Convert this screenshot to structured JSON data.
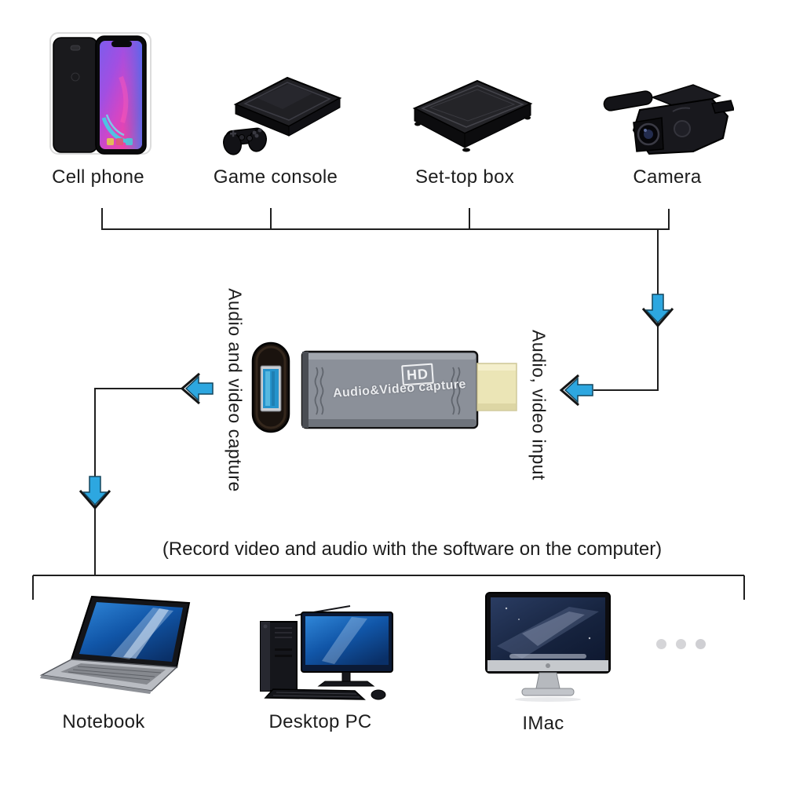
{
  "colors": {
    "arrow_accent": "#2da7e0",
    "line": "#1f1f1f",
    "capture_body": "#8b9099",
    "hdmi_connector": "#ebe5b6",
    "usb_port_blue": "#2593cc"
  },
  "source_devices": [
    {
      "label": "Cell phone",
      "icon": "cell-phone-illustration"
    },
    {
      "label": "Game console",
      "icon": "game-console-illustration"
    },
    {
      "label": "Set-top box",
      "icon": "set-top-box-illustration"
    },
    {
      "label": "Camera",
      "icon": "camera-illustration"
    }
  ],
  "capture_device": {
    "hd_badge": "HD",
    "printed_text": "Audio&Video capture",
    "output_side_label": "Audio and video capture",
    "input_side_label": "Audio, video input"
  },
  "caption": "(Record video and audio with the software on the computer)",
  "output_devices": [
    {
      "label": "Notebook",
      "icon": "notebook-illustration"
    },
    {
      "label": "Desktop PC",
      "icon": "desktop-pc-illustration"
    },
    {
      "label": "IMac",
      "icon": "imac-illustration"
    }
  ],
  "more_devices_indicator": {
    "dot_count": 3
  }
}
